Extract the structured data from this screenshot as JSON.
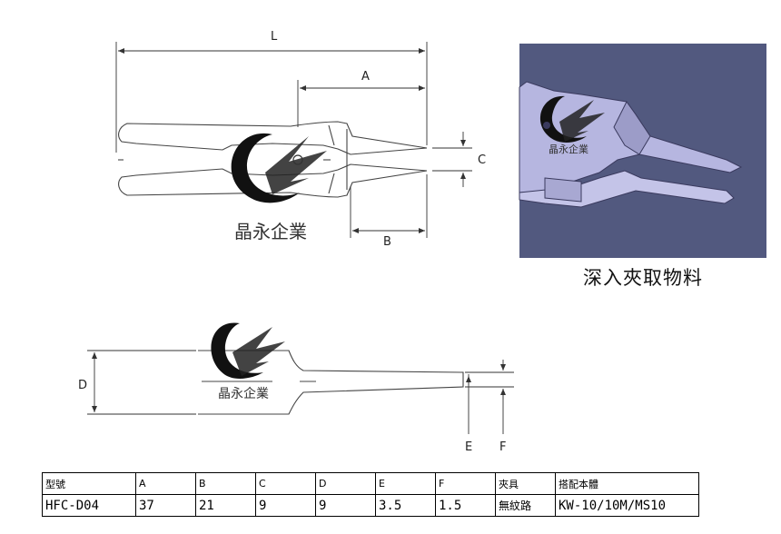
{
  "top_view": {
    "dim_L": "L",
    "dim_A": "A",
    "dim_B": "B",
    "dim_C": "C",
    "brand": "晶永企業"
  },
  "render": {
    "brand": "晶永企業",
    "caption": "深入夾取物料",
    "colors": {
      "background": "#52597f",
      "part": "#b6b6e0",
      "part_edge": "#3a3a5e"
    }
  },
  "side_view": {
    "dim_D": "D",
    "dim_E": "E",
    "dim_F": "F",
    "brand": "晶永企業"
  },
  "spec_table": {
    "headers": [
      "型號",
      "A",
      "B",
      "C",
      "D",
      "E",
      "F",
      "夾具",
      "搭配本體"
    ],
    "row": [
      "HFC-D04",
      "37",
      "21",
      "9",
      "9",
      "3.5",
      "1.5",
      "無紋路",
      "KW-10/10M/MS10"
    ]
  }
}
